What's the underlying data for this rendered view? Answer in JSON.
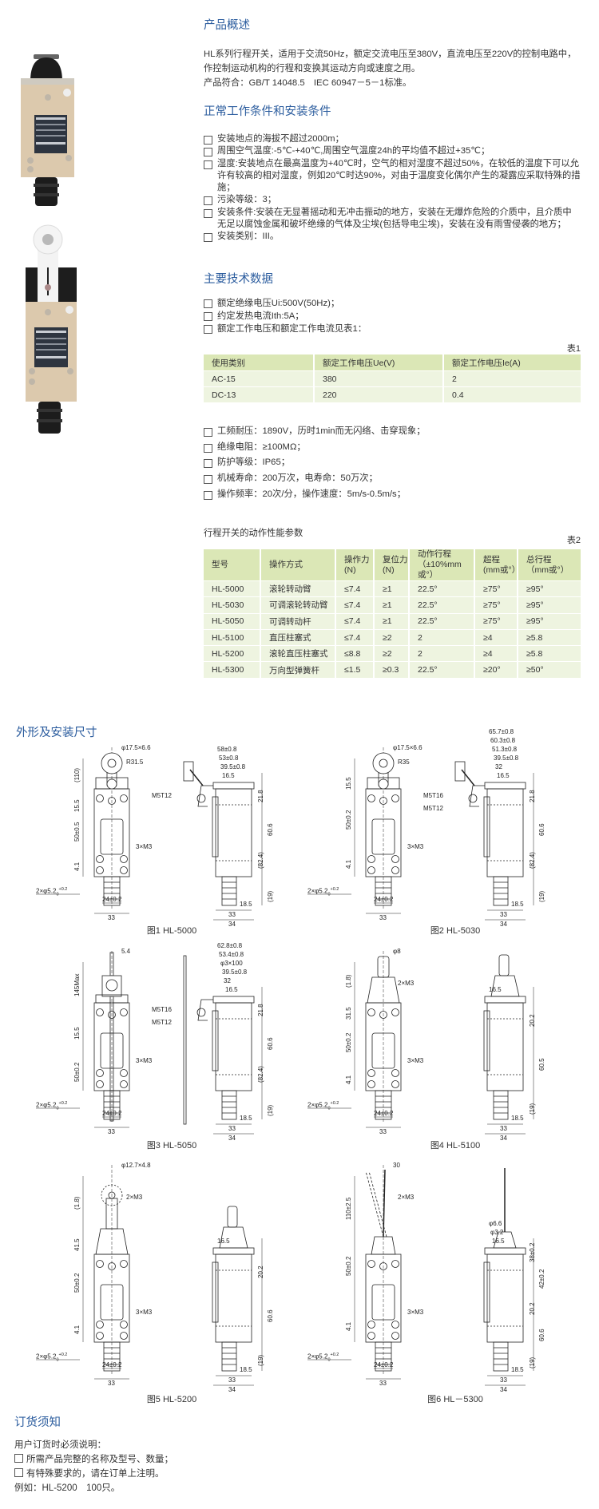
{
  "overview": {
    "title": "产品概述",
    "lines": [
      "HL系列行程开关，适用于交流50Hz，额定交流电压至380V，直流电压至220V的控制电路中，",
      "作控制运动机构的行程和变换其运动方向或速度之用。",
      "产品符合：GB/T 14048.5　IEC 60947－5－1标准。"
    ]
  },
  "conditions": {
    "title": "正常工作条件和安装条件",
    "items": [
      "安装地点的海拔不超过2000m；",
      "周围空气温度:-5℃-+40℃,周围空气温度24h的平均值不超过+35℃；",
      "湿度:安装地点在最高温度为+40℃时，空气的相对湿度不超过50%，在较低的温度下可以允许有较高的相对湿度，例如20℃时达90%，对由于温度变化偶尔产生的凝露应采取特殊的措施；",
      "污染等级：3；",
      "安装条件:安装在无显著摇动和无冲击振动的地方，安装在无爆炸危险的介质中，且介质中无足以腐蚀金属和破坏绝缘的气体及尘埃(包括导电尘埃)，安装在没有雨雪侵袭的地方；",
      "安装类别：III。"
    ]
  },
  "tech": {
    "title": "主要技术数据",
    "items": [
      "额定绝缘电压Ui:500V(50Hz)；",
      "约定发热电流Ith:5A；",
      "额定工作电压和额定工作电流见表1："
    ],
    "table1": {
      "label": "表1",
      "headers": [
        "使用类别",
        "额定工作电压Ue(V)",
        "额定工作电压Ie(A)"
      ],
      "rows": [
        [
          "AC-15",
          "380",
          "2"
        ],
        [
          "DC-13",
          "220",
          "0.4"
        ]
      ]
    },
    "items2": [
      "工频耐压：1890V，历时1min而无闪络、击穿现象；",
      "绝缘电阻：≥100MΩ；",
      "防护等级：IP65；",
      "机械寿命：200万次，电寿命：50万次；",
      "操作频率：20次/分，操作速度：5m/s-0.5m/s；"
    ]
  },
  "perf": {
    "title": "行程开关的动作性能参数",
    "label": "表2",
    "headers": [
      {
        "l1": "型号",
        "l2": ""
      },
      {
        "l1": "操作方式",
        "l2": ""
      },
      {
        "l1": "操作力",
        "l2": "(N)"
      },
      {
        "l1": "复位力",
        "l2": "(N)"
      },
      {
        "l1": "动作行程",
        "l2": "（±10%mm或°）"
      },
      {
        "l1": "超程",
        "l2": "(mm或°）"
      },
      {
        "l1": "总行程",
        "l2": "（mm或°）"
      }
    ],
    "rows": [
      [
        "HL-5000",
        "滚轮转动臂",
        "≤7.4",
        "≥1",
        "22.5°",
        "≥75°",
        "≥95°"
      ],
      [
        "HL-5030",
        "可调滚轮转动臂",
        "≤7.4",
        "≥1",
        "22.5°",
        "≥75°",
        "≥95°"
      ],
      [
        "HL-5050",
        "可调转动杆",
        "≤7.4",
        "≥1",
        "22.5°",
        "≥75°",
        "≥95°"
      ],
      [
        "HL-5100",
        "直压柱塞式",
        "≤7.4",
        "≥2",
        "2",
        "≥4",
        "≥5.8"
      ],
      [
        "HL-5200",
        "滚轮直压柱塞式",
        "≤8.8",
        "≥2",
        "2",
        "≥4",
        "≥5.8"
      ],
      [
        "HL-5300",
        "万向型弹簧杆",
        "≤1.5",
        "≥0.3",
        "22.5°",
        "≥20°",
        "≥50°"
      ]
    ]
  },
  "dims": {
    "title": "外形及安装尺寸",
    "figures": [
      {
        "caption": "图1 HL-5000",
        "type": "roller-lever",
        "front": {
          "top": [
            "φ17.5×6.6",
            "R31.5"
          ],
          "left": [
            "(110)",
            "15.5",
            "50±0.5",
            "4.1"
          ],
          "right": "3×M3",
          "hole": {
            "base": "2×φ5.2",
            "tol": "+0.2",
            "low": "0"
          },
          "bottom": [
            "24±0.2",
            "33"
          ]
        },
        "side": {
          "top": [
            "58±0.8",
            "53±0.8",
            "39.5±0.8",
            "16.5"
          ],
          "left": [
            "M5T12"
          ],
          "right": [
            "21.8",
            "60.6",
            "(82.4)",
            "(19)"
          ],
          "bottom": [
            "18.5",
            "33",
            "34"
          ]
        }
      },
      {
        "caption": "图2 HL-5030",
        "type": "roller-lever",
        "front": {
          "top": [
            "φ17.5×6.6",
            "R35"
          ],
          "left": [
            "15.5",
            "50±0.2",
            "4.1"
          ],
          "right": "3×M3",
          "hole": {
            "base": "2×φ5.2",
            "tol": "+0.2",
            "low": "0"
          },
          "bottom": [
            "24±0.2",
            "33"
          ]
        },
        "side": {
          "top": [
            "65.7±0.8",
            "60.3±0.8",
            "51.3±0.8",
            "39.5±0.8",
            "32",
            "16.5"
          ],
          "left": [
            "M5T16",
            "M5T12"
          ],
          "right": [
            "21.8",
            "60.6",
            "(82.4)",
            "(19)"
          ],
          "bottom": [
            "18.5",
            "33",
            "34"
          ]
        }
      },
      {
        "caption": "图3 HL-5050",
        "type": "rod-lever",
        "front": {
          "top": [
            "5.4"
          ],
          "left": [
            "145Max",
            "15.5",
            "50±0.2"
          ],
          "right": "3×M3",
          "hole": {
            "base": "2×φ5.2",
            "tol": "+0.2",
            "low": "0"
          },
          "bottom": [
            "24±0.2",
            "33"
          ]
        },
        "side": {
          "top": [
            "62.8±0.8",
            "53.4±0.8",
            "φ3×100",
            "39.5±0.8",
            "32",
            "16.5"
          ],
          "left": [
            "M5T16",
            "M5T12"
          ],
          "right": [
            "21.8",
            "60.6",
            "(82.4)",
            "(19)"
          ],
          "bottom": [
            "18.5",
            "33",
            "34"
          ]
        }
      },
      {
        "caption": "图4 HL-5100",
        "type": "plunger",
        "front": {
          "top": [
            "φ8",
            "2×M3"
          ],
          "left": [
            "(1.8)",
            "31.5",
            "50±0.2",
            "4.1"
          ],
          "right": "3×M3",
          "hole": {
            "base": "2×φ5.2",
            "tol": "+0.2",
            "low": "0"
          },
          "bottom": [
            "24±0.2",
            "33"
          ]
        },
        "side": {
          "top": [
            "16.5"
          ],
          "left": [],
          "right": [
            "20.2",
            "60.5",
            "(19)"
          ],
          "bottom": [
            "18.5",
            "33",
            "34"
          ]
        }
      },
      {
        "caption": "图5 HL-5200",
        "type": "roller-plunger",
        "front": {
          "top": [
            "φ12.7×4.8",
            "2×M3"
          ],
          "left": [
            "(1.8)",
            "41.5",
            "50±0.2",
            "4.1"
          ],
          "right": "3×M3",
          "hole": {
            "base": "2×φ5.2",
            "tol": "+0.2",
            "low": "0"
          },
          "bottom": [
            "24±0.2",
            "33"
          ]
        },
        "side": {
          "top": [
            "16.5"
          ],
          "left": [],
          "right": [
            "20.2",
            "60.6",
            "(19)"
          ],
          "bottom": [
            "18.5",
            "33",
            "34"
          ]
        }
      },
      {
        "caption": "图6 HL－5300",
        "type": "spring",
        "front": {
          "top": [
            "30",
            "2×M3"
          ],
          "left": [
            "110±2.5",
            "50±0.2",
            "4.1"
          ],
          "right": "3×M3",
          "hole": {
            "base": "2×φ5.2",
            "tol": "+0.2",
            "low": "0"
          },
          "bottom": [
            "24±0.2",
            "33"
          ]
        },
        "side": {
          "top": [
            "φ6.6",
            "φ3.2",
            "16.5"
          ],
          "left": [],
          "right": [
            "38±0.2",
            "42±0.2",
            "20.2",
            "60.6",
            "(19)"
          ],
          "bottom": [
            "18.5",
            "33",
            "34"
          ]
        }
      }
    ]
  },
  "order": {
    "title": "订货须知",
    "intro": "用户订货时必须说明：",
    "items": [
      "所需产品完整的名称及型号、数量；",
      "有特殊要求的，请在订单上注明。"
    ],
    "example": "例如：HL-5200　100只。"
  },
  "colors": {
    "heading": "#2b5c9e",
    "table_header": "#dbe7b6",
    "table_row": "#eef4e0"
  }
}
